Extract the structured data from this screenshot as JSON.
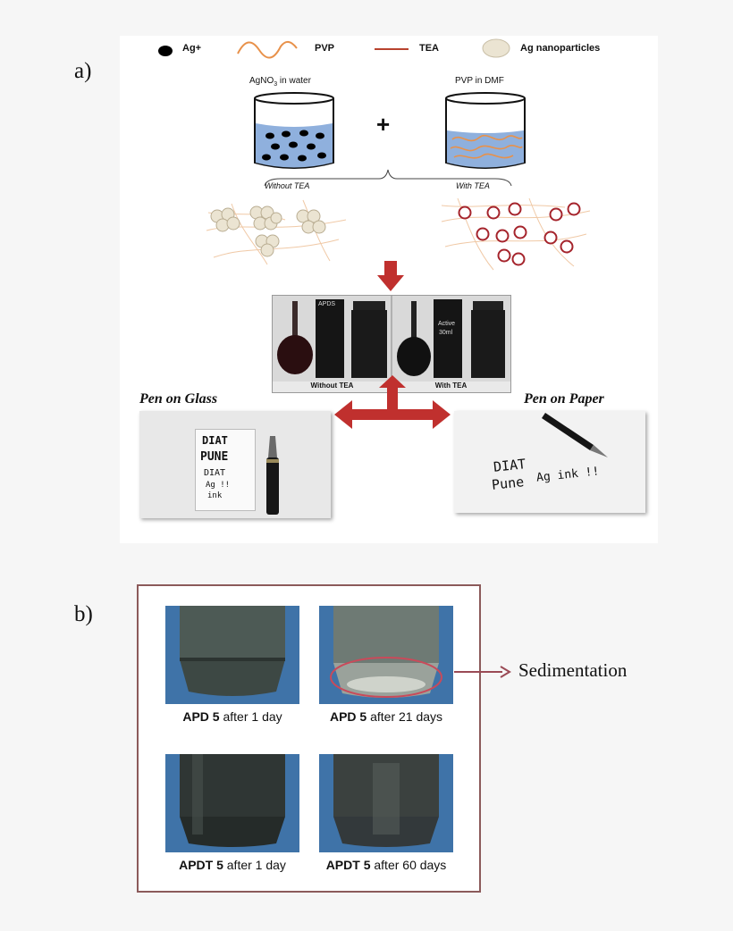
{
  "panel_a": {
    "label": "a)",
    "legend": [
      {
        "name": "ag-ion",
        "text": "Ag+"
      },
      {
        "name": "pvp",
        "text": "PVP"
      },
      {
        "name": "tea",
        "text": "TEA"
      },
      {
        "name": "ag-nanoparticles",
        "text": "Ag nanoparticles"
      }
    ],
    "beaker_left_title": "AgNO",
    "beaker_left_sub": "3",
    "beaker_left_suffix": " in water",
    "beaker_right_title": "PVP in DMF",
    "plus": "+",
    "branch_left": "Without TEA",
    "branch_right": "With TEA",
    "photo_caption_left": "Without TEA",
    "photo_caption_right": "With TEA",
    "bottle_label_left": "APDS",
    "bottle_label_right_1": "Active",
    "bottle_label_right_2": "30ml",
    "pen_on_glass": "Pen on Glass",
    "pen_on_paper": "Pen on Paper",
    "glass_note": [
      "DIAT",
      "PUNE",
      "DIAT",
      "Ag !!",
      "ink"
    ],
    "paper_note": [
      "DIAT",
      "Pune",
      "Ag ink !!"
    ]
  },
  "panel_b": {
    "label": "b)",
    "captions": [
      {
        "bold": "APD 5",
        "rest": " after 1 day"
      },
      {
        "bold": "APD 5",
        "rest": " after 21 days"
      },
      {
        "bold": "APDT 5",
        "rest": " after 1 day"
      },
      {
        "bold": "APDT 5",
        "rest": " after 60 days"
      }
    ],
    "sedimentation": "Sedimentation"
  },
  "colors": {
    "arrow_red": "#c0302e",
    "panel_b_border": "#8b5a5a",
    "sediment_ring": "#c94a5a",
    "solution_blue": "#8fb0dd",
    "particle_ring": "#a5242c"
  }
}
